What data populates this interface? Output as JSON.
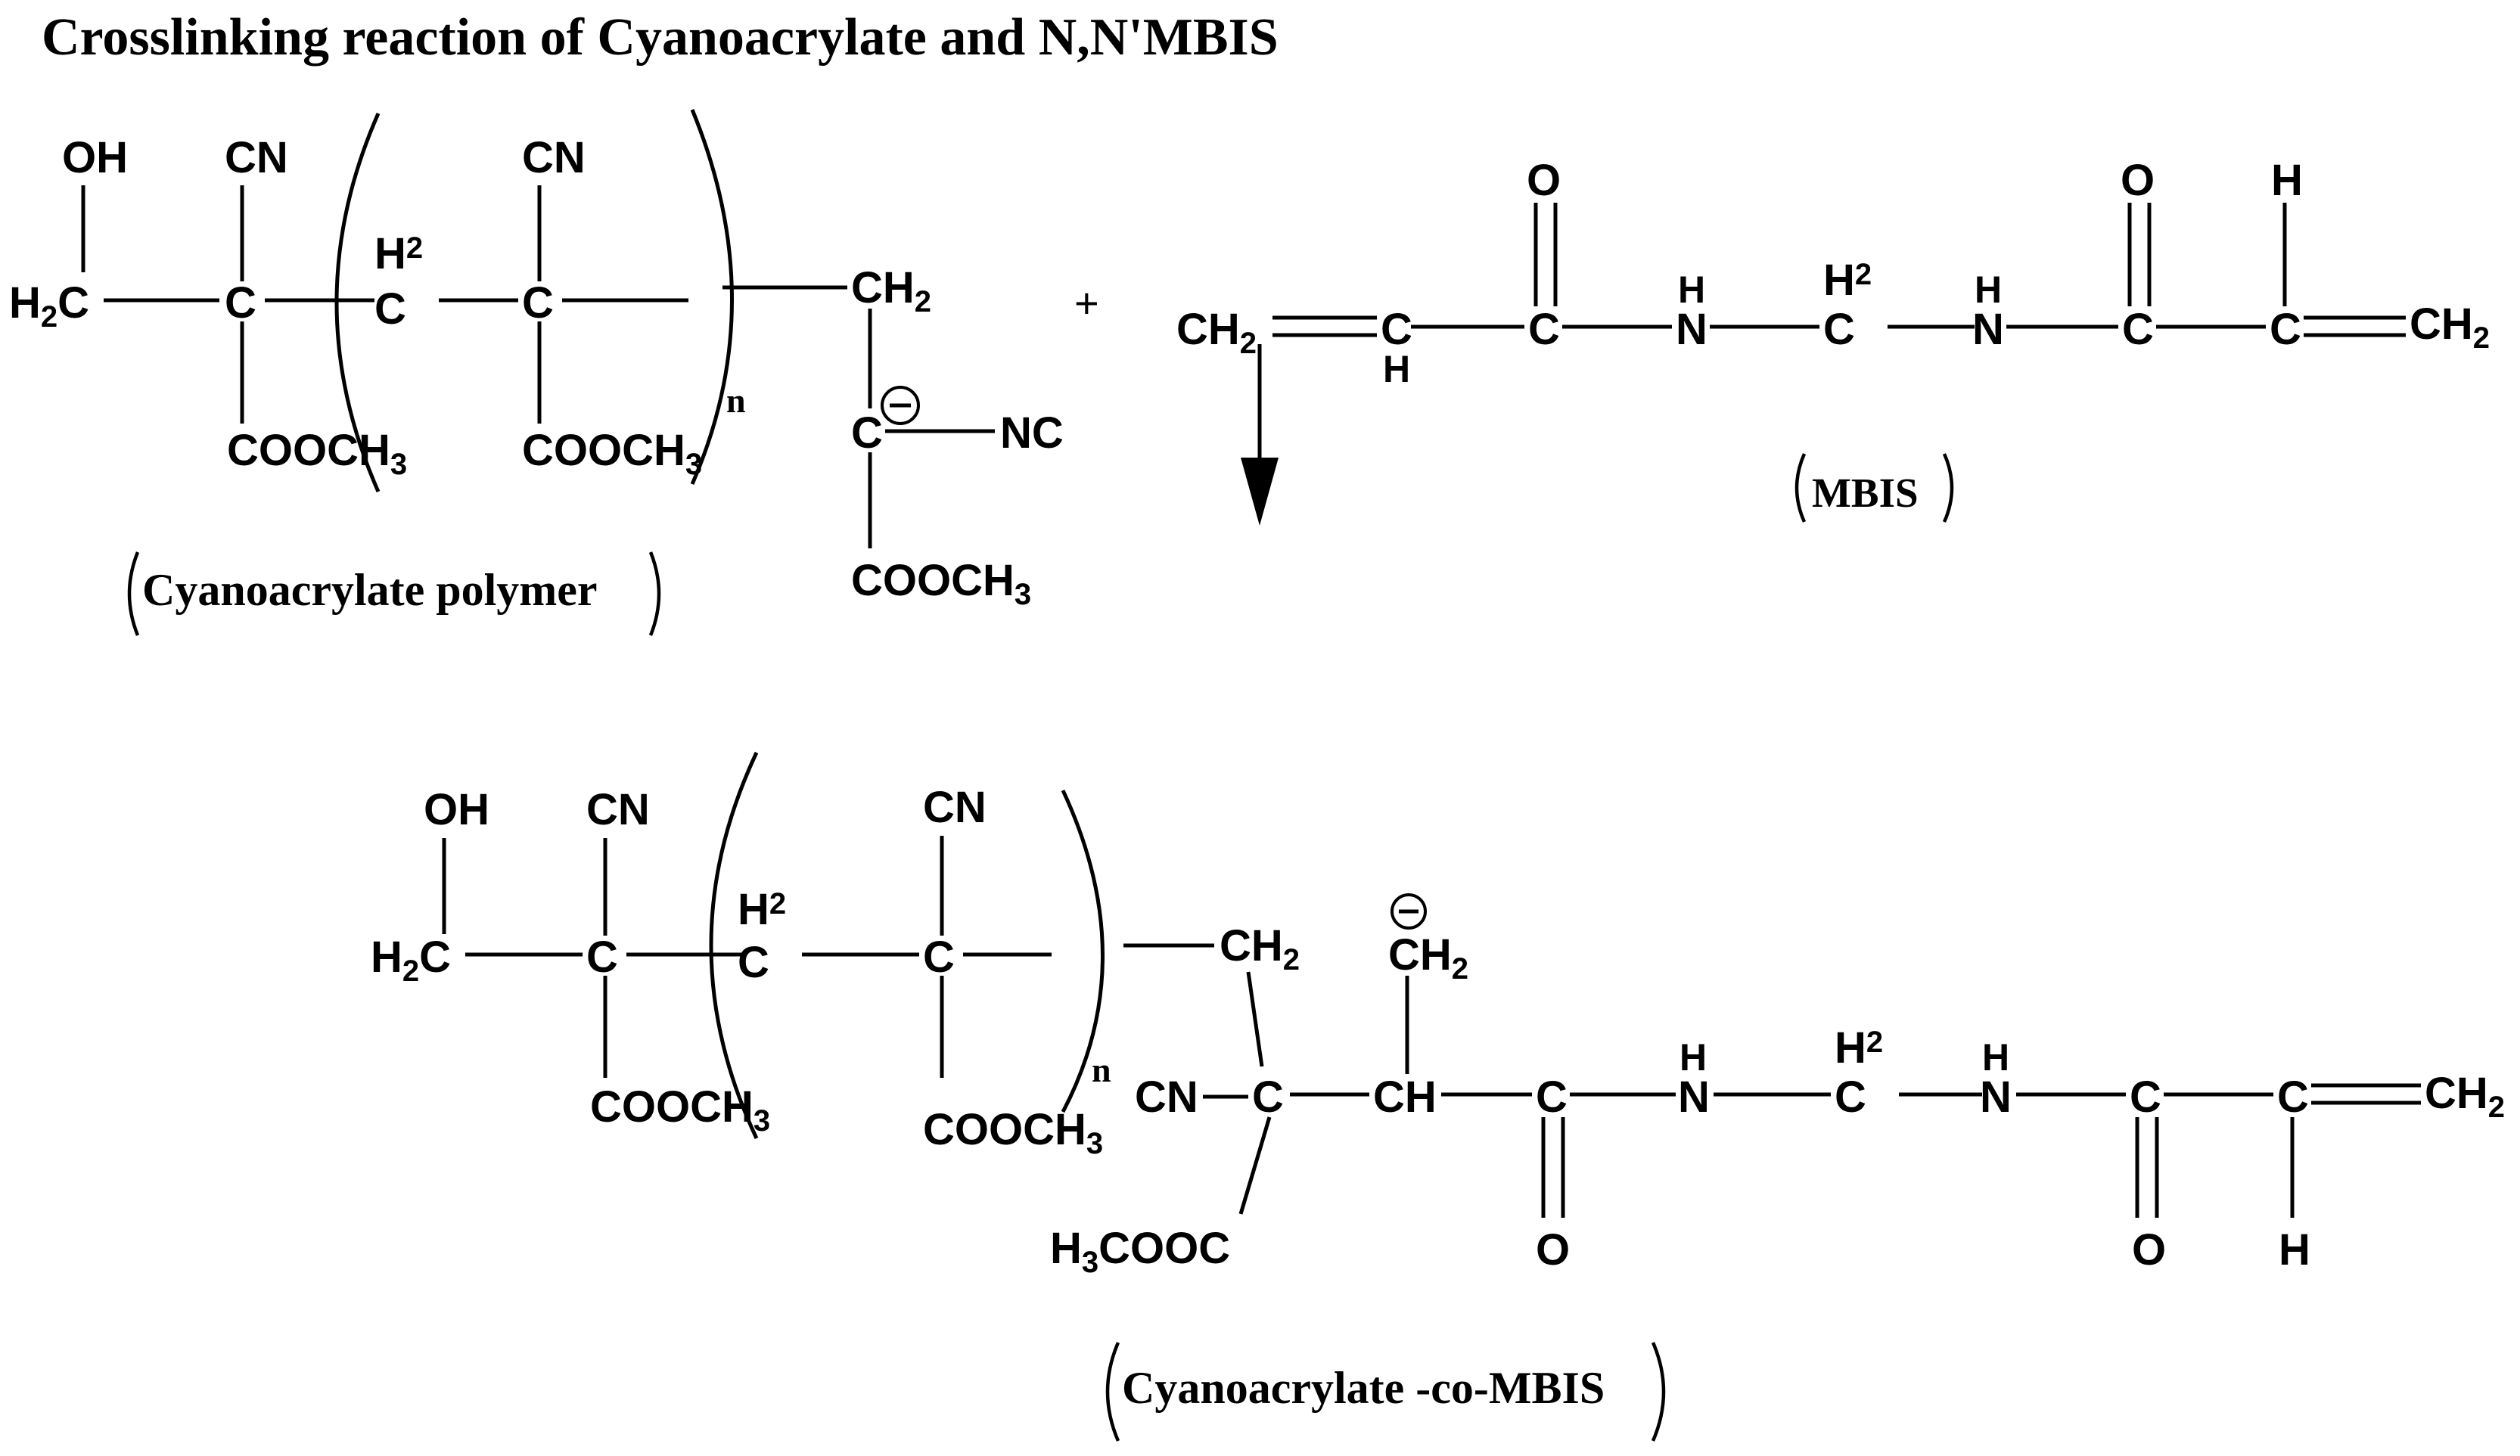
{
  "title": "Crosslinking reaction of Cyanoacrylate and N,N'MBIS",
  "labels": {
    "reactant1": "Cyanoacrylate polymer",
    "reactant2": "MBIS",
    "product": "Cyanoacrylate -co-MBIS",
    "plus": "+",
    "repeat_index": "n"
  },
  "atoms": {
    "OH": "OH",
    "CN": "CN",
    "C": "C",
    "H": "H",
    "N": "N",
    "O": "O",
    "NC": "NC",
    "CH": "CH",
    "CN_bond": "CN",
    "H2_sup": "H",
    "sub2": "2",
    "sub3": "3",
    "H2C_main": "H",
    "H2C_tail": "C",
    "COOCH3_main": "COOCH",
    "CH2_main": "CH",
    "H3COOC_head": "H",
    "H3COOC_tail": "COOC",
    "minus": "−"
  }
}
